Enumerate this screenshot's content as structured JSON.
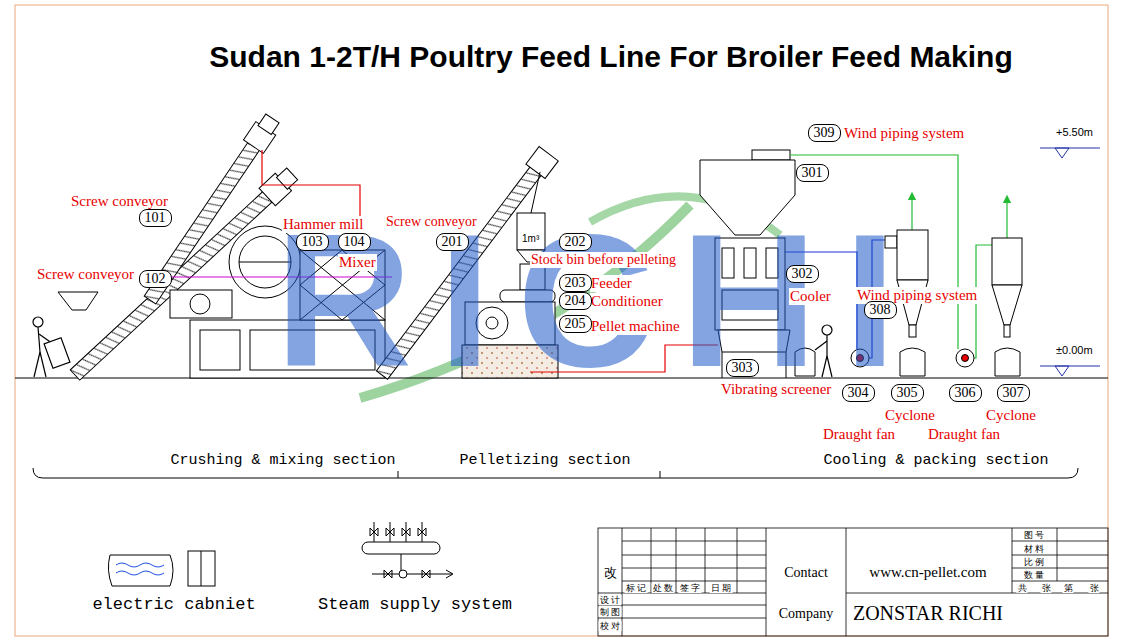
{
  "diagram": {
    "title": "Sudan 1-2T/H Poultry Feed Line For Broiler Feed Making",
    "nodes": [
      {
        "text": [
          "101"
        ]
      },
      {
        "text": [
          "102"
        ]
      },
      {
        "text": [
          "103"
        ]
      },
      {
        "text": [
          "104"
        ]
      },
      {
        "text": [
          "201"
        ]
      },
      {
        "text": [
          "202"
        ]
      },
      {
        "text": [
          "203"
        ]
      },
      {
        "text": [
          "204"
        ]
      },
      {
        "text": [
          "205"
        ]
      },
      {
        "text": [
          "301"
        ]
      },
      {
        "text": [
          "302"
        ]
      },
      {
        "text": [
          "303"
        ]
      },
      {
        "text": [
          "304"
        ]
      },
      {
        "text": [
          "305"
        ]
      },
      {
        "text": [
          "306"
        ]
      },
      {
        "text": [
          "307"
        ]
      },
      {
        "text": [
          "308"
        ]
      },
      {
        "text": [
          "309"
        ]
      }
    ],
    "labels": [
      "Screw conveyor",
      "Screw conveyor",
      "Hammer mill",
      "Mixer",
      "Screw conveyor",
      "1m³",
      "Stock bin before pelleting",
      "Feeder",
      "Conditioner",
      "Pellet machine",
      "Wind piping system",
      "Cooler",
      "Wind piping system",
      "Vibrating screener",
      "Draught fan",
      "Cyclone",
      "Draught fan",
      "Cyclone",
      "+5.50m",
      "±0.00m",
      "Crushing & mixing section",
      "Pelletizing section",
      "Cooling & packing section",
      "electric cabniet",
      "Steam supply system",
      "RICHI",
      "改",
      "标 记",
      "处 数",
      "签 字",
      "日 期",
      "设 计",
      "制 图",
      "校 对",
      "图 号",
      "材 料",
      "比 例",
      "数 量",
      "共",
      "张",
      "第",
      "张",
      "Contact",
      "www.cn-pellet.com",
      "Company",
      "ZONSTAR RICHI"
    ]
  }
}
